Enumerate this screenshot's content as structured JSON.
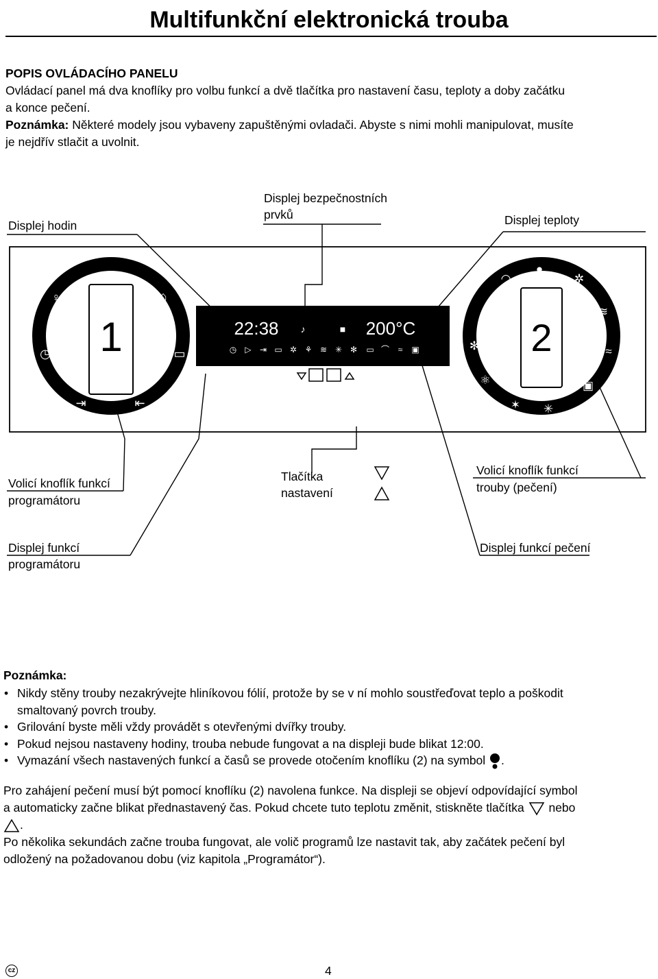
{
  "title": "Multifunkční elektronická trouba",
  "intro": {
    "heading": "POPIS OVLÁDACÍHO PANELU",
    "line1": "Ovládací panel má dva knoflíky pro volbu funkcí a dvě tlačítka pro nastavení času, teploty a doby začátku",
    "line2": "a konce pečení.",
    "note_label": "Poznámka:",
    "note_line1": " Některé modely jsou vybaveny zapuštěnými ovladači. Abyste s nimi mohli manipulovat, musíte",
    "note_line2": "je nejdřív stlačit a uvolnit."
  },
  "diagram": {
    "labels": {
      "clock_display": "Displej hodin",
      "safety_display_1": "Displej bezpečnostních",
      "safety_display_2": "prvků",
      "temp_display": "Displej teploty",
      "prog_knob_1": "Volicí knoflík funkcí",
      "prog_knob_2": "programátoru",
      "buttons_1": "Tlačítka",
      "buttons_2": "nastavení",
      "oven_knob_1": "Volicí knoflík funkcí",
      "oven_knob_2": "trouby (pečení)",
      "prog_display_1": "Displej funkcí",
      "prog_display_2": "programátoru",
      "bake_display": "Displej funkcí pečení"
    },
    "knob1_number": "1",
    "knob2_number": "2",
    "lcd_time": "22:38",
    "lcd_temp": "200°C"
  },
  "notes": {
    "heading": "Poznámka:",
    "items": [
      "Nikdy stěny trouby nezakrývejte  hliníkovou fólií, protože by se v ní mohlo soustřeďovat teplo a poškodit",
      "smaltovaný povrch trouby.",
      "Grilování byste měli vždy provádět s otevřenými dvířky trouby.",
      "Pokud nejsou nastaveny hodiny, trouba nebude fungovat a na displeji bude blikat 12:00.",
      "Vymazání všech nastavených funkcí a časů se provede otočením knoflíku  (2) na symbol"
    ]
  },
  "final": {
    "line1": "Pro zahájení pečení musí být pomocí knoflíku (2) navolena funkce. Na displeji se objeví odpovídající symbol",
    "line2a": "a automaticky začne blikat přednastavený čas. Pokud chcete tuto teplotu změnit, stiskněte tlačítka",
    "line2b": "nebo",
    "line3": ".",
    "line4": "Po několika sekundách začne trouba fungovat, ale volič programů lze nastavit tak, aby začátek pečení byl",
    "line5": "odložený na požadovanou dobu  (viz kapitola  „Programátor“)."
  },
  "footer": {
    "lang_badge": "cz",
    "page_number": "4"
  }
}
